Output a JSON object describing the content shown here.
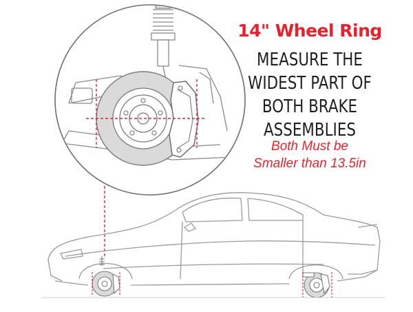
{
  "title": "14\" Wheel Ring",
  "instruction_lines": [
    "MEASURE THE",
    "WIDEST PART OF",
    "BOTH BRAKE",
    "ASSEMBLIES"
  ],
  "note_lines": [
    "Both Must be",
    "Smaller than 13.5in"
  ],
  "colors": {
    "accent": "#e8212d",
    "text": "#1f1f1f",
    "line": "#7a7a7a",
    "rotor": "#d6d6d6"
  }
}
